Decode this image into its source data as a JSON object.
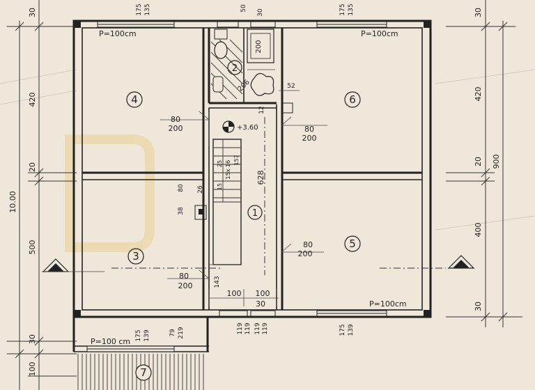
{
  "rooms": {
    "r1": "1",
    "r2": "2",
    "r3": "3",
    "r4": "4",
    "r5": "5",
    "r6": "6",
    "r7": "7"
  },
  "window_labels": {
    "top_left": "P=100cm",
    "top_right": "P=100cm",
    "bottom_right": "P=100cm",
    "bottom_left": "P=100 cm"
  },
  "left_dimensions": {
    "outer_total": "10.00",
    "seg_top": "30",
    "seg_420": "420",
    "seg_20": "20",
    "seg_500": "500",
    "seg_30": "30",
    "seg_100": "100"
  },
  "right_dimensions": {
    "seg_top": "30",
    "seg_420": "420",
    "seg_20": "20",
    "seg_900": "900",
    "seg_400": "400",
    "seg_30": "30"
  },
  "top_labels": {
    "left_a": "175",
    "left_b": "135",
    "mid_a": "50",
    "mid_b": "30",
    "right_a": "175",
    "right_b": "135"
  },
  "bathroom": {
    "tub": "200",
    "dim_a": "206",
    "dim_b": "52",
    "dim_c": "12"
  },
  "corridor": {
    "elevation": "+3.60",
    "length": "628"
  },
  "doors": {
    "d4_a": "80",
    "d4_b": "200",
    "d6_a": "80",
    "d6_b": "200",
    "d5_a": "80",
    "d5_b": "200",
    "d3_a": "80",
    "d3_b": "200"
  },
  "stairs": {
    "s1": "26",
    "s2": "38",
    "s3": "80",
    "s4": "15",
    "s5": "15x",
    "s6": "25",
    "s7": "16",
    "s8": "157"
  },
  "lower_dims": {
    "w1": "100",
    "w2": "100",
    "w3": "30",
    "w4": "143"
  },
  "bottom_labels": {
    "b1a": "119",
    "b1b": "119",
    "b2a": "119",
    "b2b": "119",
    "b3a": "175",
    "b3b": "139",
    "b4a": "175",
    "b4b": "139",
    "b5a": "79",
    "b5b": "219"
  }
}
